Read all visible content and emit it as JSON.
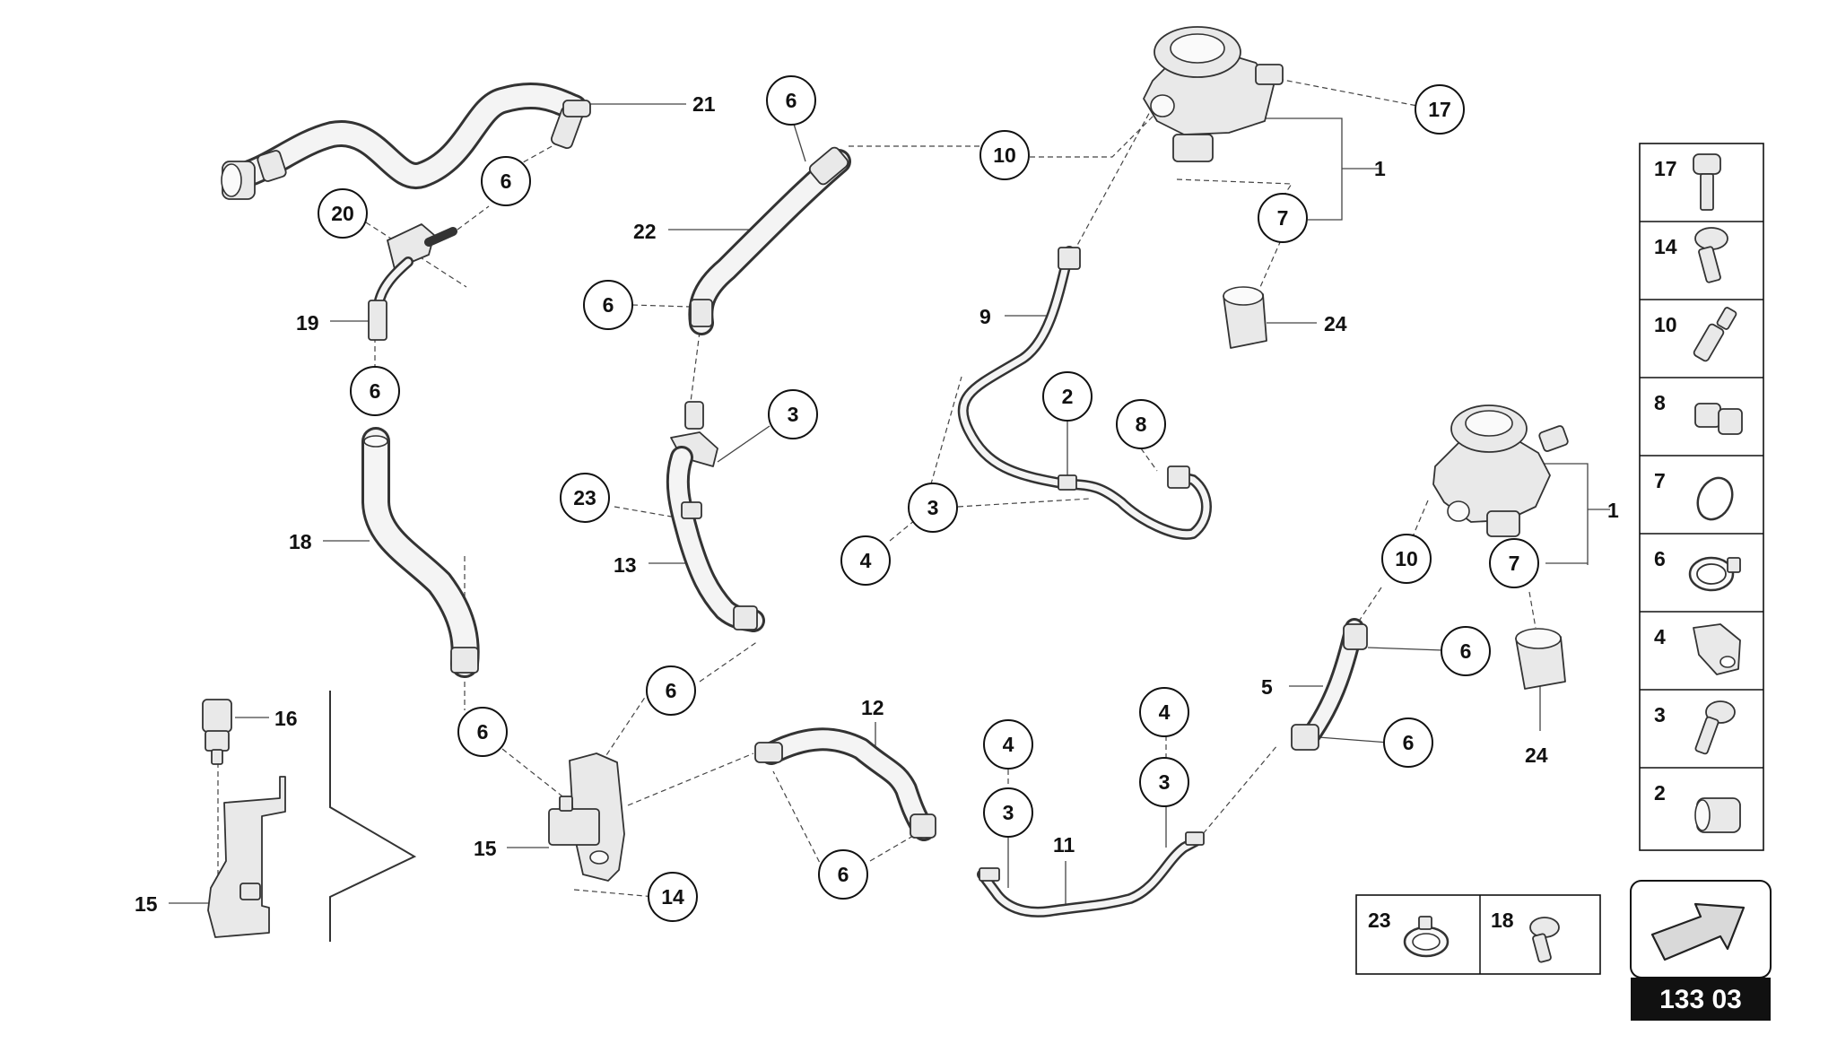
{
  "diagram": {
    "callouts": {
      "c1a": "1",
      "c1b": "1",
      "c2": "2",
      "c3a": "3",
      "c3b": "3",
      "c3c": "3",
      "c3d": "3",
      "c4a": "4",
      "c4b": "4",
      "c4c": "4",
      "c5": "5",
      "c6a": "6",
      "c6b": "6",
      "c6c": "6",
      "c6d": "6",
      "c6e": "6",
      "c6f": "6",
      "c6g": "6",
      "c6h": "6",
      "c6i": "6",
      "c7a": "7",
      "c7b": "7",
      "c8": "8",
      "c9": "9",
      "c10a": "10",
      "c10b": "10",
      "c11": "11",
      "c12": "12",
      "c13": "13",
      "c14": "14",
      "c15a": "15",
      "c15b": "15",
      "c16": "16",
      "c17": "17",
      "c18": "18",
      "c19": "19",
      "c20": "20",
      "c21": "21",
      "c22": "22",
      "c23": "23",
      "c24a": "24",
      "c24b": "24"
    },
    "legend_column": [
      "17",
      "14",
      "10",
      "8",
      "7",
      "6",
      "4",
      "3",
      "2"
    ],
    "legend_bottom": [
      "23",
      "18"
    ],
    "page_code": "133 03",
    "icons": {
      "next_page": "arrow-icon"
    },
    "colors": {
      "line": "#333333",
      "badge": "#111111",
      "arrow_fill": "#d9d9d9"
    }
  }
}
